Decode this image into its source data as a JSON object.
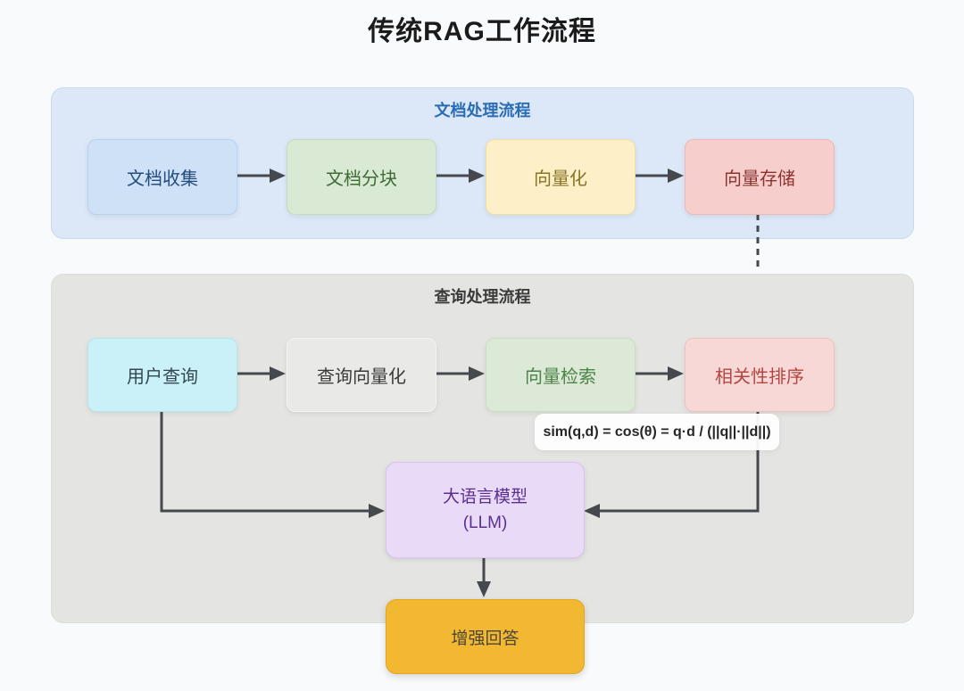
{
  "title": "传统RAG工作流程",
  "connector_color": "#45494d",
  "page_background": "#f9fafb",
  "doc_flow": {
    "label": "文档处理流程",
    "label_color": "#2a6db5",
    "container_bg": "#dce8f8",
    "container_border": "#c7d9f0",
    "nodes": [
      {
        "label": "文档收集",
        "bg": "#cfe1f6",
        "border": "#b9d2ee",
        "text": "#234d7d"
      },
      {
        "label": "文档分块",
        "bg": "#d9e9d4",
        "border": "#c4ddbc",
        "text": "#3e6c34"
      },
      {
        "label": "向量化",
        "bg": "#fdf0c8",
        "border": "#f0dda4",
        "text": "#8a7324"
      },
      {
        "label": "向量存储",
        "bg": "#f6cfcd",
        "border": "#edb8b5",
        "text": "#8c3330"
      }
    ]
  },
  "query_flow": {
    "label": "查询处理流程",
    "label_color": "#3b3b3b",
    "container_bg": "#e4e4e2",
    "container_border": "#dcdcda",
    "nodes": [
      {
        "label": "用户查询",
        "bg": "#cbf1f8",
        "border": "#b5e6ee",
        "text": "#31464e"
      },
      {
        "label": "查询向量化",
        "bg": "#e9e9e7",
        "border": "#f4f4f2",
        "text": "#3a3a3a"
      },
      {
        "label": "向量检索",
        "bg": "#dbe9d6",
        "border": "#cadfc2",
        "text": "#4d8348"
      },
      {
        "label": "相关性排序",
        "bg": "#f8d8d6",
        "border": "#f0c2bf",
        "text": "#b14743"
      }
    ],
    "formula": "sim(q,d) = cos(θ) = q·d / (||q||·||d||)",
    "llm": {
      "label_line1": "大语言模型",
      "label_line2": "(LLM)",
      "bg": "#e9daf8",
      "border": "#d9c3f0",
      "text": "#5a2f90"
    },
    "answer": {
      "label": "增强回答",
      "bg": "#f3b832",
      "text": "#4b4539"
    }
  }
}
